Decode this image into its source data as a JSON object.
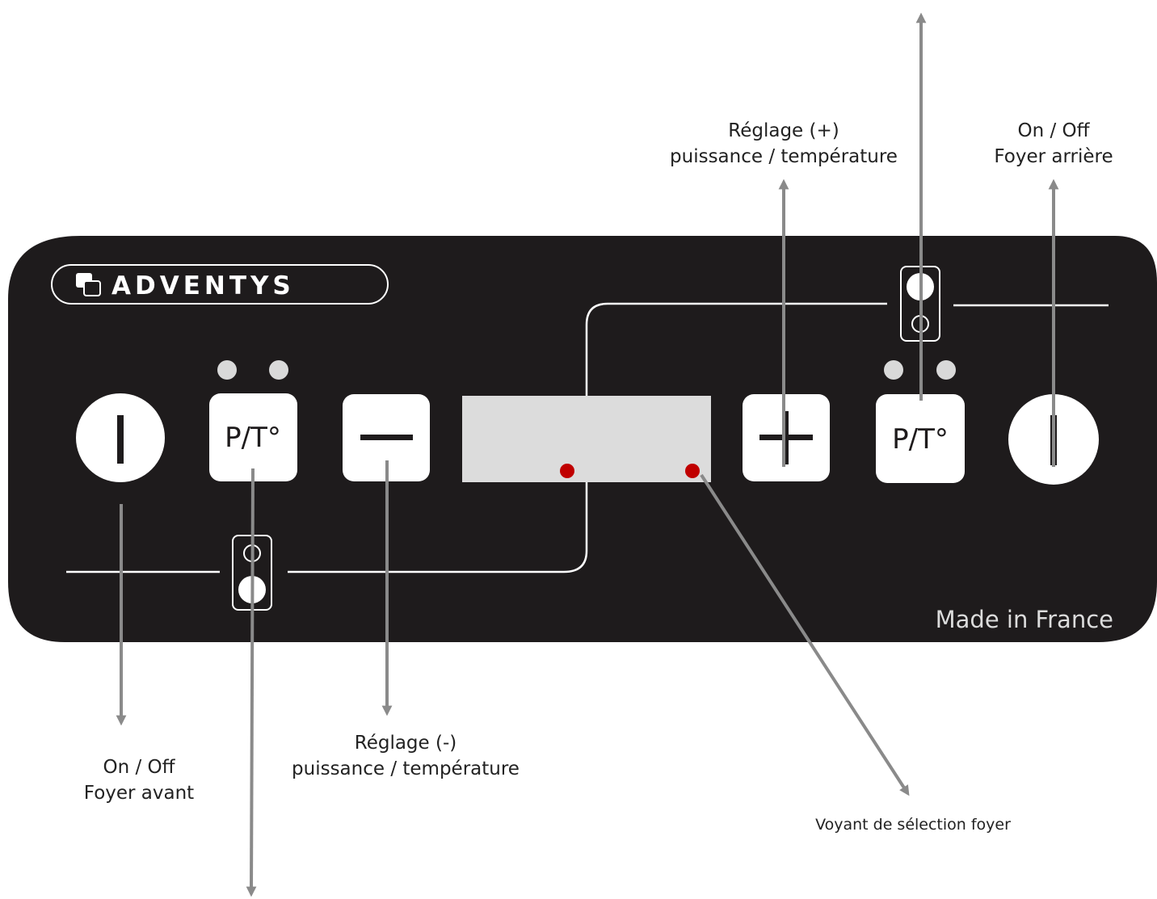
{
  "colors": {
    "panel": "#1e1b1c",
    "key_face": "#ffffff",
    "display": "#dcdcdc",
    "led_grey": "#d9d9d9",
    "indicator_red": "#c00000",
    "arrow": "#8a8a8a",
    "text": "#222222"
  },
  "panel": {
    "brand": "ADVENTYS",
    "made_in": "Made in France"
  },
  "keys": {
    "front_power_symbol": "|",
    "front_pt_label": "P/T°",
    "minus_symbol": "—",
    "plus_symbol": "+",
    "rear_pt_label": "P/T°",
    "rear_power_symbol": "|"
  },
  "icons": {
    "front_zone": "zone-front-icon",
    "rear_zone": "zone-rear-icon",
    "brand_logo": "adventys-logo-icon"
  },
  "callouts": {
    "plus": {
      "line1": "Réglage (+)",
      "line2": "puissance / température"
    },
    "rear_power": {
      "line1": "On / Off",
      "line2": "Foyer arrière"
    },
    "front_power": {
      "line1": "On / Off",
      "line2": "Foyer avant"
    },
    "minus": {
      "line1": "Réglage (-)",
      "line2": "puissance / température"
    },
    "indicator": {
      "line1": "Voyant de sélection foyer"
    }
  }
}
